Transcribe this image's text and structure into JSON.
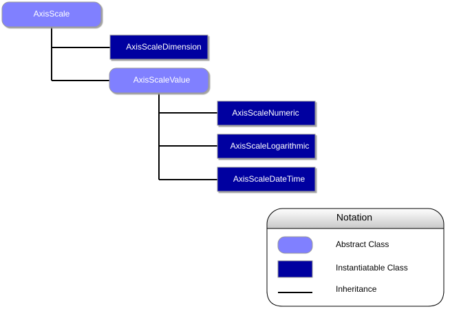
{
  "nodes": {
    "axis_scale": "AxisScale",
    "axis_scale_dimension": "AxisScaleDimension",
    "axis_scale_value": "AxisScaleValue",
    "axis_scale_numeric": "AxisScaleNumeric",
    "axis_scale_logarithmic": "AxisScaleLogarithmic",
    "axis_scale_datetime": "AxisScaleDateTime"
  },
  "hierarchy": [
    {
      "parent": "AxisScale",
      "child": "AxisScaleDimension"
    },
    {
      "parent": "AxisScale",
      "child": "AxisScaleValue"
    },
    {
      "parent": "AxisScaleValue",
      "child": "AxisScaleNumeric"
    },
    {
      "parent": "AxisScaleValue",
      "child": "AxisScaleLogarithmic"
    },
    {
      "parent": "AxisScaleValue",
      "child": "AxisScaleDateTime"
    }
  ],
  "notation": {
    "title": "Notation",
    "abstract_class": "Abstract Class",
    "instantiatable_class": "Instantiatable Class",
    "inheritance": "Inheritance"
  },
  "colors": {
    "abstract_fill": "#8080ff",
    "instantiatable_fill": "#0000a0",
    "line": "#000000"
  }
}
